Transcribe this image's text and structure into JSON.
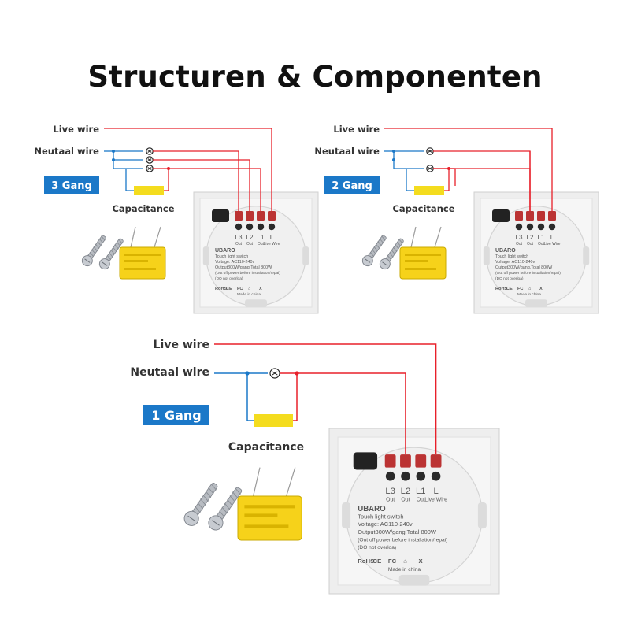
{
  "title": "Structuren & Componenten",
  "colors": {
    "live": "#e8202a",
    "neutral": "#1b78c8",
    "capacitor": "#f4dc1e",
    "badge": "#1b78c8"
  },
  "diagrams": [
    {
      "id": "3gang",
      "gang_label": "3 Gang",
      "live_label": "Live wire",
      "neutral_label": "Neutaal wire",
      "capacitance_label": "Capacitance",
      "terminals": [
        "L3",
        "L2",
        "L1",
        "L"
      ],
      "terminal_sub": [
        "Out",
        "Out",
        "Out",
        "Live Wire"
      ],
      "brand": "UBARO",
      "specs": [
        "Touch light switch",
        "Voltage: AC110-240v",
        "Output300W/gang,Total 800W",
        "(Out off power before installation/repai)",
        "(DO not overloa)"
      ],
      "made_in": "Made in china",
      "cert": [
        "RoHS",
        "CE",
        "FC",
        "⌂",
        "X"
      ]
    },
    {
      "id": "2gang",
      "gang_label": "2 Gang",
      "live_label": "Live wire",
      "neutral_label": "Neutaal wire",
      "capacitance_label": "Capacitance",
      "terminals": [
        "L3",
        "L2",
        "L1",
        "L"
      ],
      "terminal_sub": [
        "Out",
        "Out",
        "Out",
        "Live Wire"
      ],
      "brand": "UBARO",
      "specs": [
        "Touch light switch",
        "Voltage: AC110-240v",
        "Output300W/gang,Total 800W",
        "(Out off power before installation/repai)",
        "(DO not overloa)"
      ],
      "made_in": "Made in china",
      "cert": [
        "RoHS",
        "CE",
        "FC",
        "⌂",
        "X"
      ]
    },
    {
      "id": "1gang",
      "gang_label": "1 Gang",
      "live_label": "Live wire",
      "neutral_label": "Neutaal wire",
      "capacitance_label": "Capacitance",
      "terminals": [
        "L3",
        "L2",
        "L1",
        "L"
      ],
      "terminal_sub": [
        "Out",
        "Out",
        "Out",
        "Live Wire"
      ],
      "brand": "UBARO",
      "specs": [
        "Touch light switch",
        "Voltage: AC110-240v",
        "Output300W/gang,Total 800W",
        "(Out off power before installation/repai)",
        "(DO not overloa)"
      ],
      "made_in": "Made in china",
      "cert": [
        "RoHS",
        "CE",
        "FC",
        "⌂",
        "X"
      ]
    }
  ]
}
